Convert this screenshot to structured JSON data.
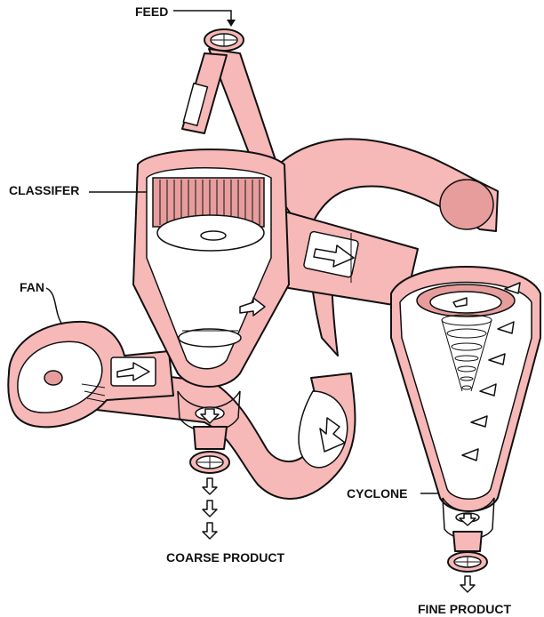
{
  "labels": {
    "feed": "FEED",
    "classifier": "CLASSIFER",
    "fan": "FAN",
    "cyclone": "CYCLONE",
    "coarse_product": "COARSE PRODUCT",
    "fine_product": "FINE PRODUCT"
  },
  "colors": {
    "equipment_fill": "#f7b8b8",
    "equipment_shade": "#e89d9d",
    "outline": "#111111",
    "background": "#ffffff"
  }
}
